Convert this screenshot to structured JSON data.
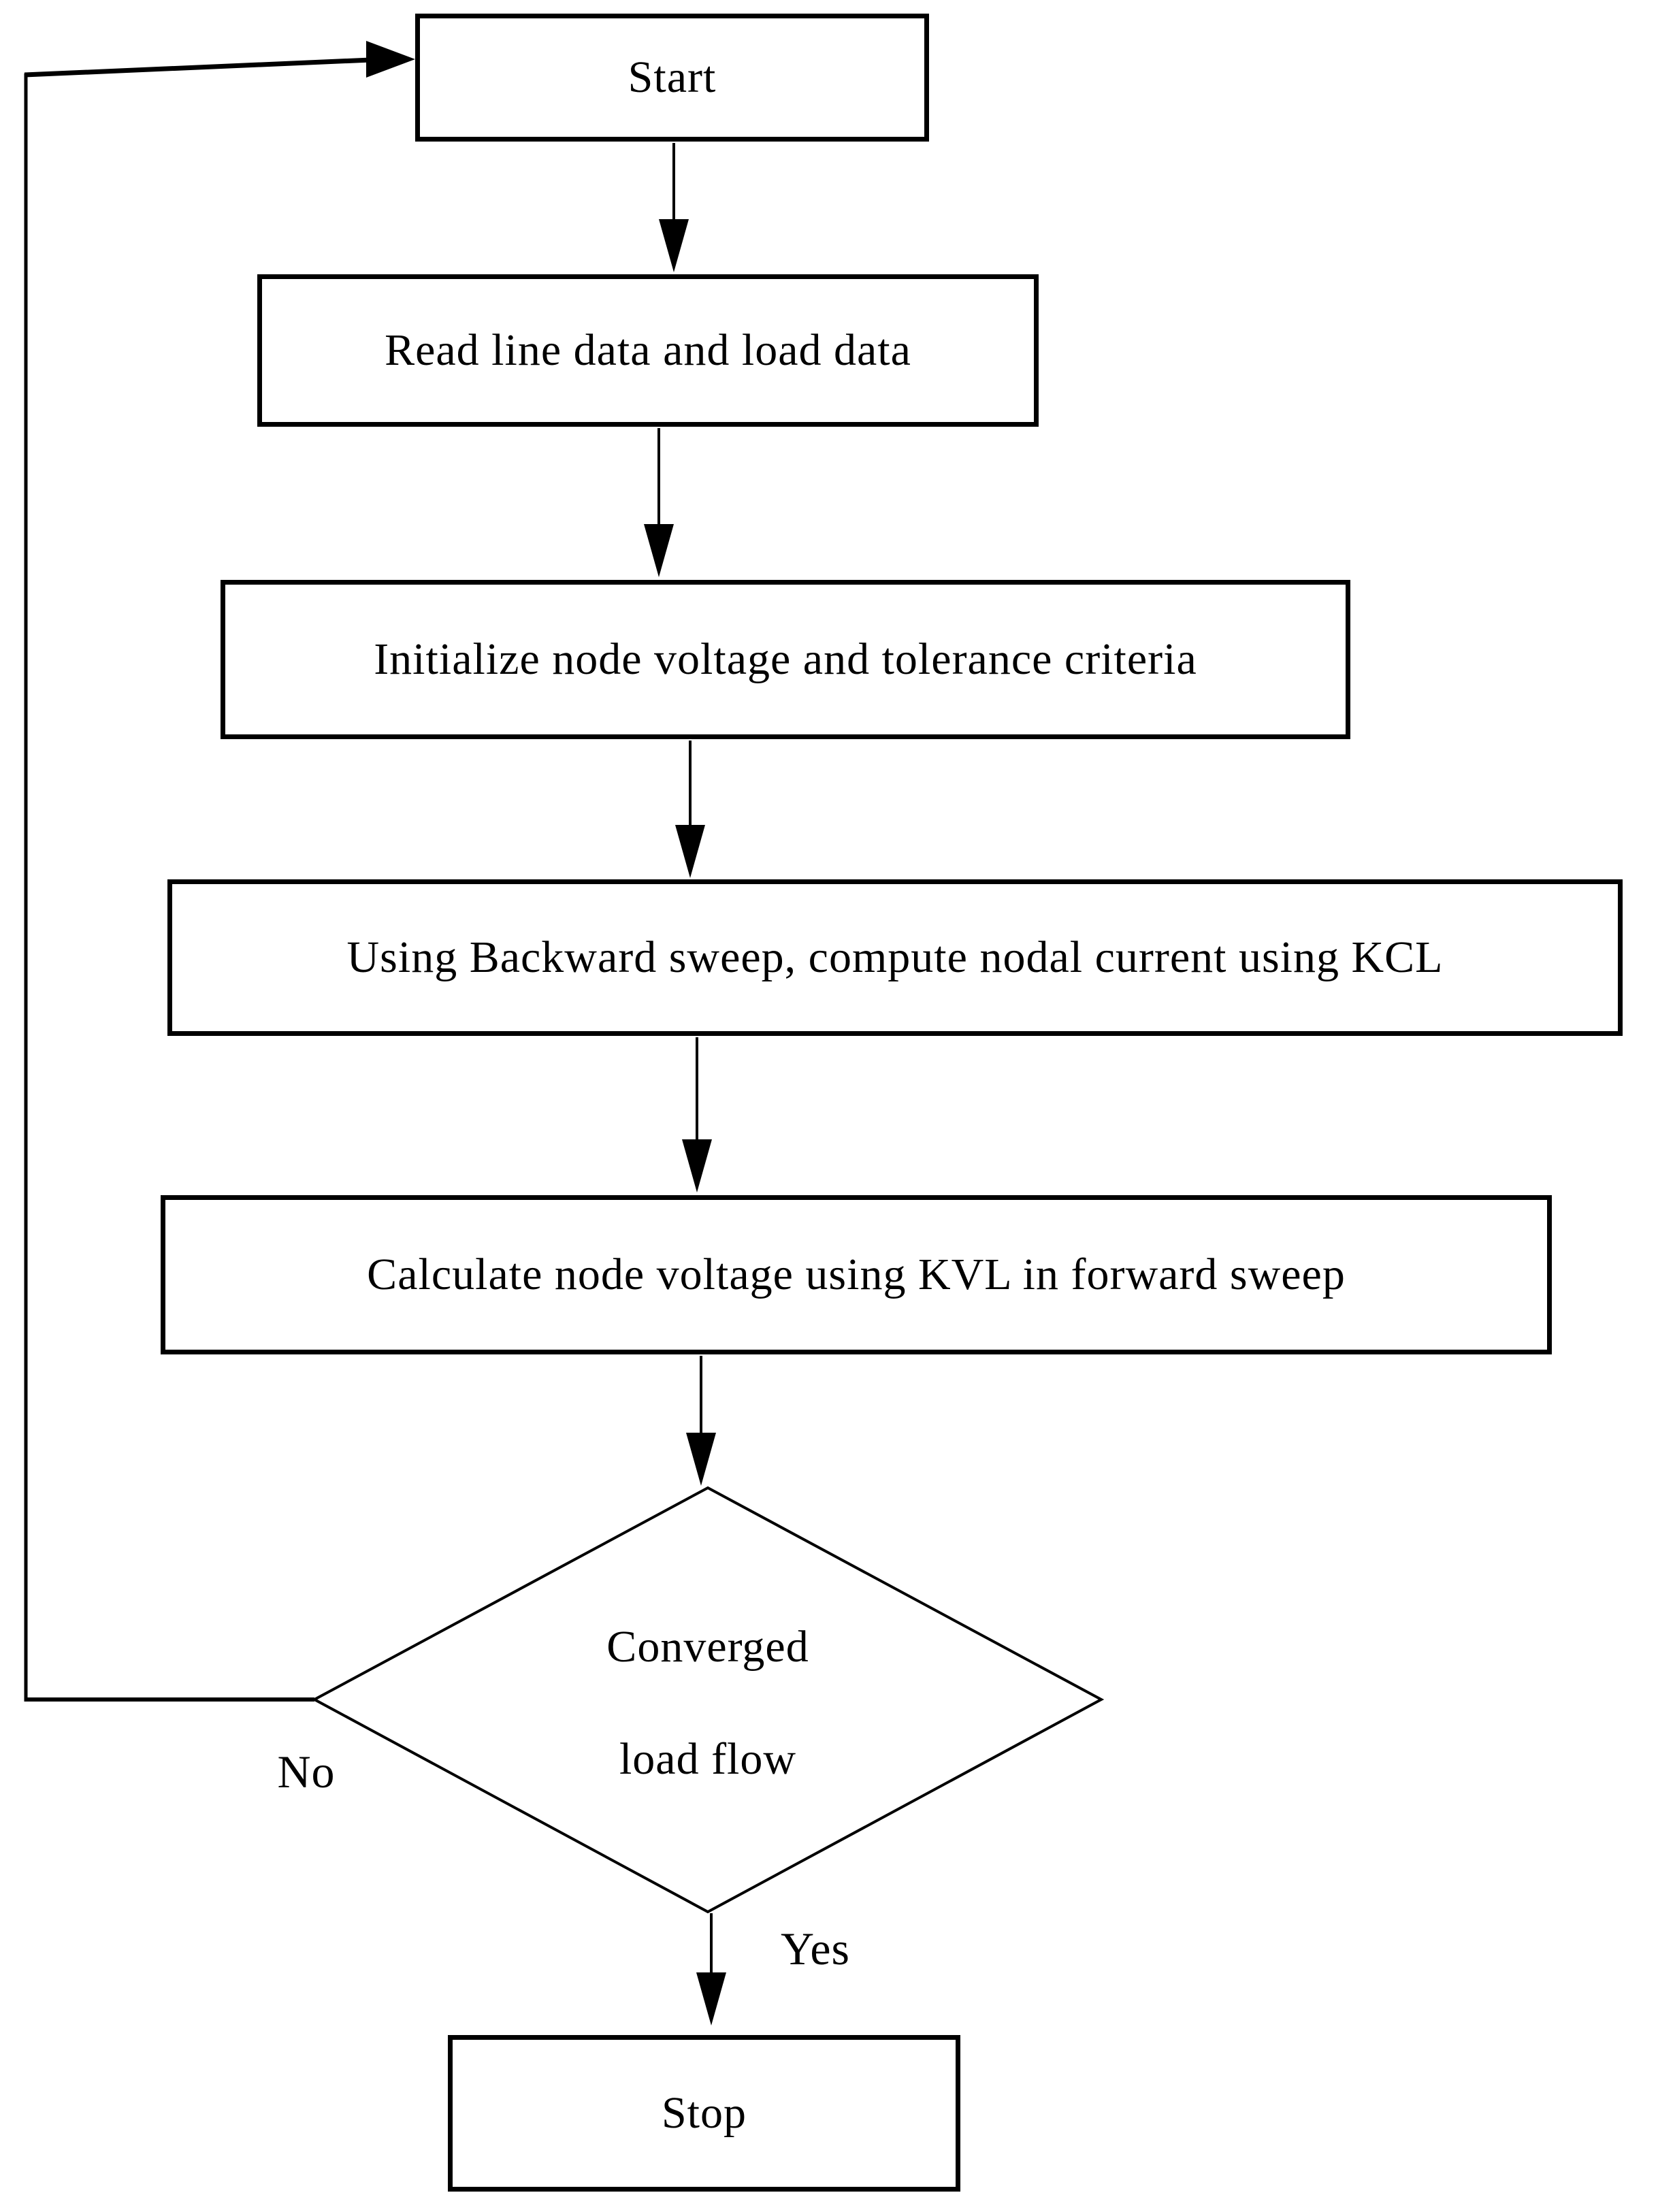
{
  "diagram": {
    "type": "flowchart",
    "nodes": {
      "start": {
        "shape": "rectangle",
        "label": "Start"
      },
      "read": {
        "shape": "rectangle",
        "label": "Read line data and load data"
      },
      "initialize": {
        "shape": "rectangle",
        "label": "Initialize node voltage and tolerance criteria"
      },
      "backward_sweep": {
        "shape": "rectangle",
        "label": "Using Backward sweep, compute nodal current using KCL"
      },
      "forward_sweep": {
        "shape": "rectangle",
        "label": "Calculate node voltage using KVL in forward sweep"
      },
      "decision": {
        "shape": "diamond",
        "label": "Converged load flow",
        "line1": "Converged",
        "line2": "load flow"
      },
      "stop": {
        "shape": "rectangle",
        "label": "Stop"
      }
    },
    "edges": {
      "start_to_read": {
        "from": "start",
        "to": "read"
      },
      "read_to_initialize": {
        "from": "read",
        "to": "initialize"
      },
      "initialize_to_kcl": {
        "from": "initialize",
        "to": "backward_sweep"
      },
      "kcl_to_kvl": {
        "from": "backward_sweep",
        "to": "forward_sweep"
      },
      "kvl_to_decision": {
        "from": "forward_sweep",
        "to": "decision"
      },
      "decision_no": {
        "from": "decision",
        "to": "start",
        "label": "No"
      },
      "decision_yes": {
        "from": "decision",
        "to": "stop",
        "label": "Yes"
      }
    },
    "colors": {
      "line": "#000000",
      "fill": "#ffffff",
      "text": "#000000"
    }
  }
}
